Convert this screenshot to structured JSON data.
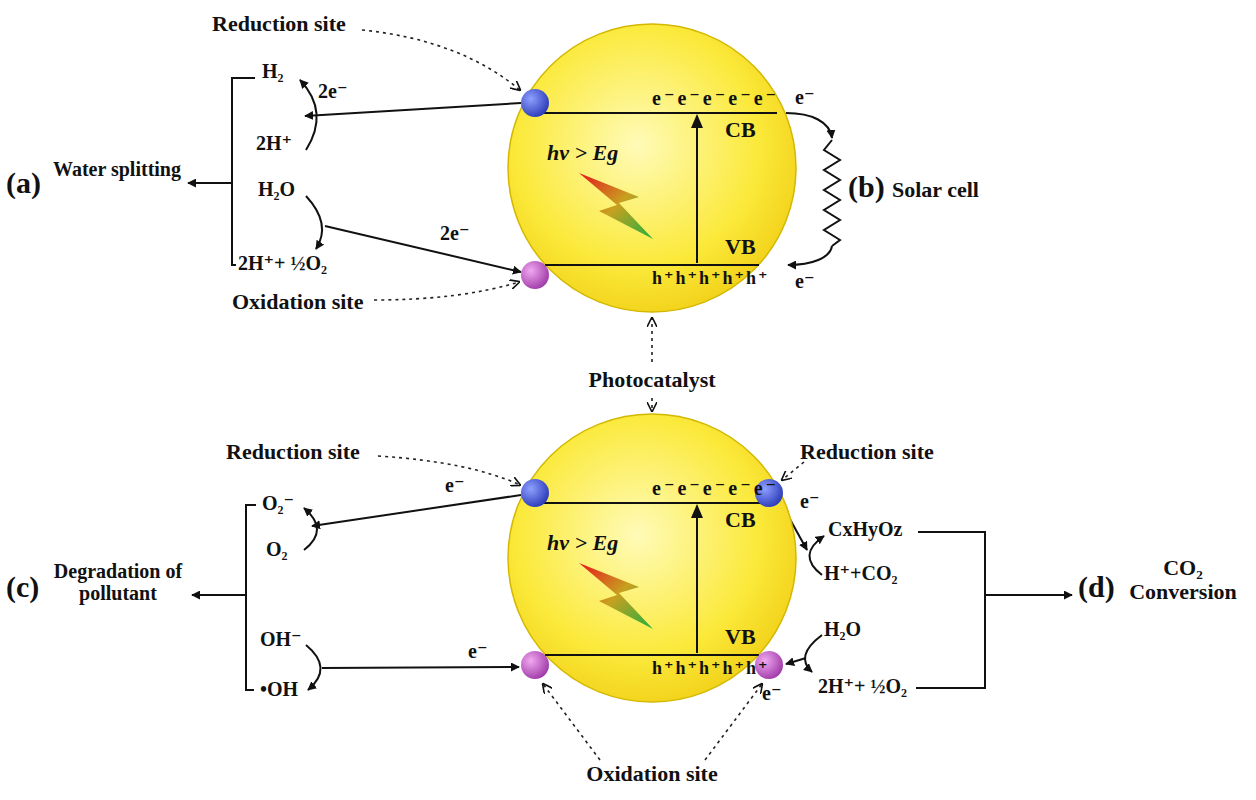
{
  "diagram": {
    "nodes": [
      {
        "text": [
          "e⁻e⁻e⁻e⁻e⁻",
          "CB",
          "hν > Eg",
          "VB",
          "h⁺h⁺h⁺h⁺h⁺"
        ]
      },
      {
        "text": [
          "e⁻e⁻e⁻e⁻e⁻",
          "CB",
          "hν > Eg",
          "VB",
          "h⁺h⁺h⁺h⁺h⁺"
        ]
      }
    ],
    "labels": [
      "Reduction site",
      "H₂",
      "2e⁻",
      "2H⁺",
      "(a)",
      "Water splitting",
      "H₂O",
      "2H⁺+ ½O₂",
      "2e⁻",
      "e⁻",
      "(b)",
      "Solar cell",
      "e⁻",
      "Oxidation site",
      "Photocatalyst",
      "Reduction site",
      "Reduction site",
      "O₂⁻",
      "e⁻",
      "O₂",
      "(c)",
      "Degradation of pollutant",
      "OH⁻",
      "e⁻",
      "•OH",
      "e⁻",
      "CxHyOz",
      "H⁺+CO₂",
      "H₂O",
      "2H⁺+ ½O₂",
      "e⁻",
      "(d)",
      "CO₂ Conversion",
      "Oxidation site"
    ]
  }
}
